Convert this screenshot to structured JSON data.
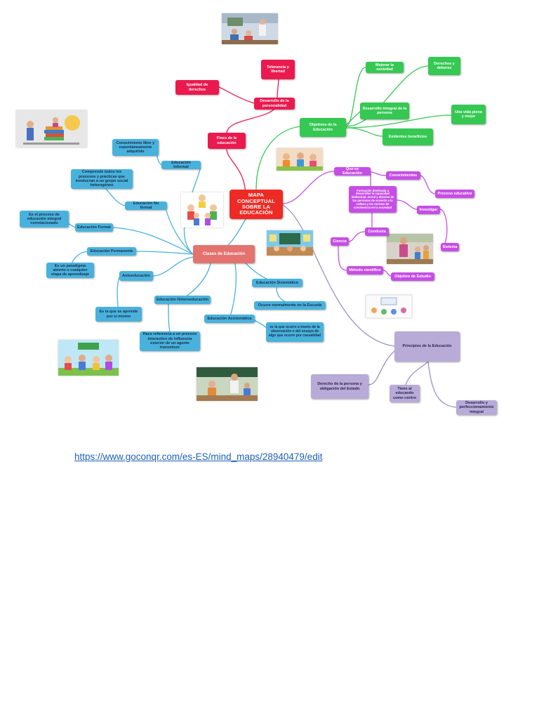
{
  "center": "MAPA CONCEPTUAL SOBRE LA EDUCACIÓN",
  "fines": {
    "label": "Fines de la educación",
    "desarrollo_personalidad": "Desarrollo de la personalidad",
    "tolerancia": "Tolerancia y libertad",
    "igualdad": "Igualdad de derechos"
  },
  "objetivos": {
    "label": "Objetivos de la Educación",
    "mejorar": "Mejorar la sociedad",
    "derechos": "Derechos y deberes",
    "desarrollo_integral": "Desarrollo integral de la persona",
    "vida_plena": "Una vida plena y mejor",
    "evidentes": "Evidentes beneficios"
  },
  "que_es": {
    "label": "Que es Educación",
    "conocimientos": "Conocimientos",
    "proceso": "Proceso educativo",
    "formacion": "Formación destinada a desarrollar la capacidad intelectual, moral y afectiva de las personas de acuerdo a la cultura y las normas de convivencia en la sociedad",
    "investigar": "Investigar",
    "sistema": "Sistema",
    "conducta": "Conducta",
    "ciencia": "Ciencia",
    "metodo": "Método científico",
    "objetivo": "Objetivo de Estudio"
  },
  "clases": {
    "label": "Clases de Educación",
    "informal": "Educación Informal",
    "informal_desc": "Conocimiento libre y espontáneamente adquirido",
    "no_formal": "Educación No formal",
    "no_formal_desc": "Comprende todos los procesos y prácticas que involucran a un grupo social heterogéneo",
    "formal": "Educación Formal",
    "formal_desc": "Es el proceso de educación integral correlacionado",
    "permanente": "Educación Permanente",
    "permanente_desc": "Es un paradigma abierto o cualquier etapa de aprendizaje",
    "auto": "Autoeducación",
    "auto_desc": "Es la que se aprende por sí mismo",
    "hetero": "Educación Heteroeducación",
    "hetero_desc": "Hace referencia a un proceso interactivo de influencia exterior de un agente transmisor",
    "sistematica": "Educación Sistemática",
    "sistematica_desc": "Ocurre normalmente en la Escuela",
    "asistematica": "Educación Asistemática",
    "asistematica_desc": "es la que ocurre a través de la observación o del ensayo de algo que ocurre por casualidad"
  },
  "principios": {
    "label": "Principios de la Educación",
    "derecho": "Derecho de la persona y obligación del Estado",
    "centro": "Tiene al educando como centro",
    "perfeccionamiento": "Desarrollo y perfeccionamiento integral"
  },
  "link": "https://www.goconqr.com/es-ES/mind_maps/28940479/edit",
  "colors": {
    "red": "#ea1a4f",
    "green": "#35c852",
    "purple": "#c64ee6",
    "blue": "#48b2dc",
    "lavender": "#b8abd7",
    "center": "#ee2a24",
    "link": "#1d5fb8"
  }
}
